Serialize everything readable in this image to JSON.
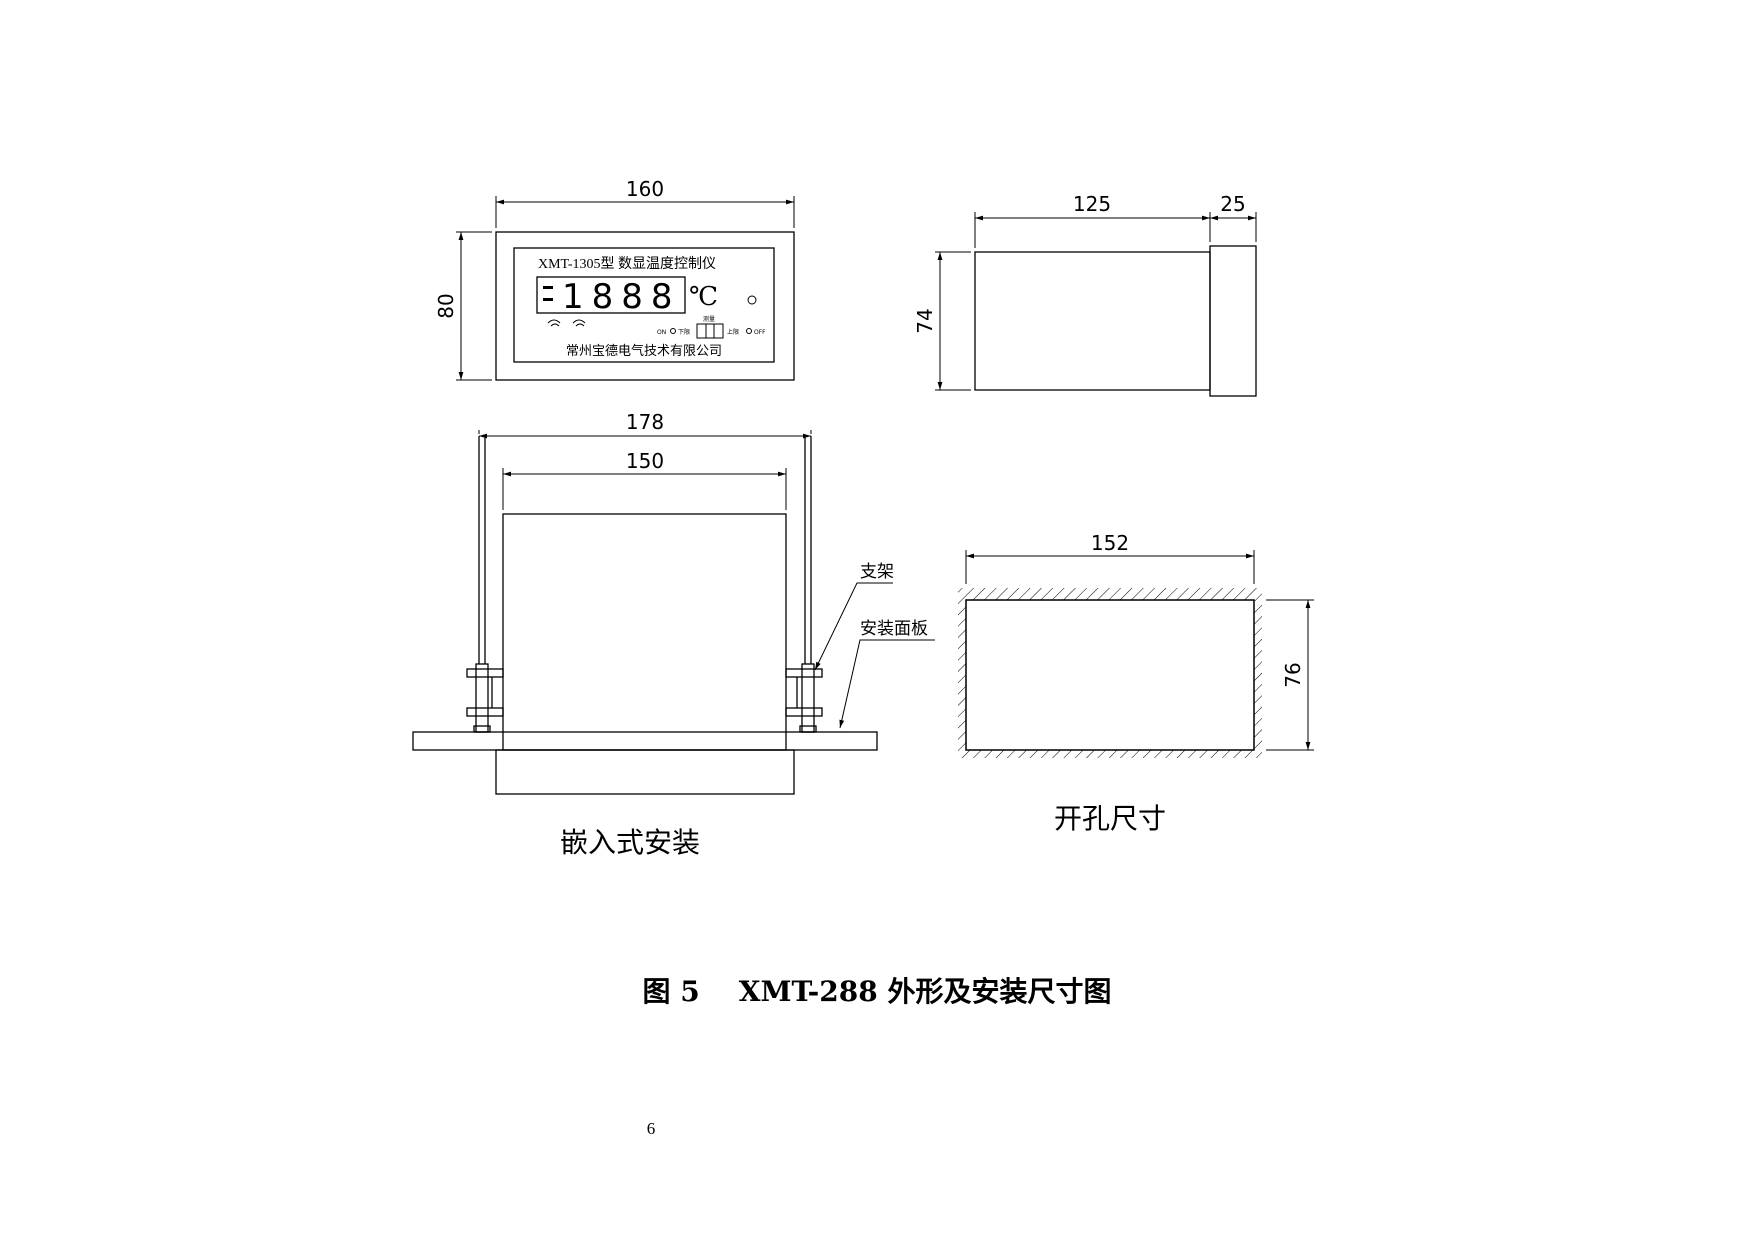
{
  "views": {
    "front": {
      "dims": {
        "width": "160",
        "height": "80"
      },
      "panel": {
        "model": "XMT-1305型  数显温度控制仪",
        "digits": "1888",
        "unit": "℃",
        "small_labels": {
          "on": "ON",
          "lower": "下限",
          "measure": "测量",
          "upper": "上限",
          "off": "OFF"
        },
        "company": "常州宝德电气技术有限公司"
      }
    },
    "side": {
      "dims": {
        "depth": "125",
        "front": "25",
        "height": "74"
      }
    },
    "embedded": {
      "dims": {
        "outer": "178",
        "inner": "150"
      },
      "labels": {
        "bracket": "支架",
        "panel": "安装面板"
      },
      "caption": "嵌入式安装"
    },
    "cutout": {
      "dims": {
        "width": "152",
        "height": "76"
      },
      "caption": "开孔尺寸"
    }
  },
  "figure_title": "图 5    XMT-288 外形及安装尺寸图",
  "page_number": "6"
}
